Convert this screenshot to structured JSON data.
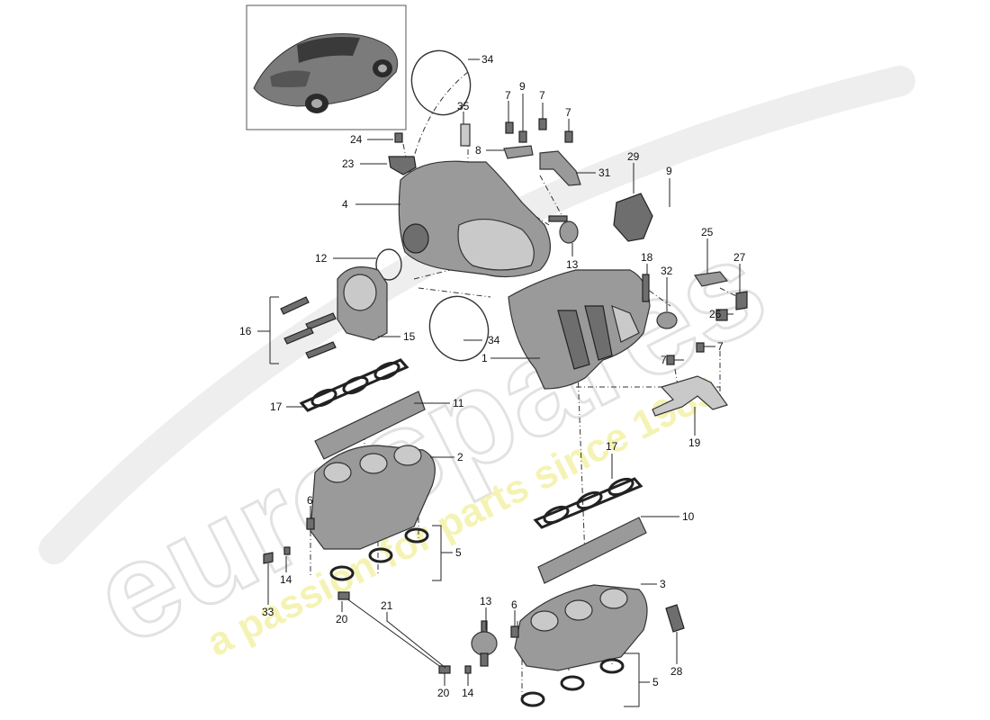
{
  "watermark": {
    "brand": "eurospares",
    "tagline": "a passion for parts since 1985"
  },
  "callouts": [
    "34",
    "35",
    "9",
    "7",
    "7",
    "7",
    "24",
    "8",
    "23",
    "31",
    "29",
    "9",
    "4",
    "12",
    "13",
    "18",
    "25",
    "27",
    "32",
    "16",
    "15",
    "26",
    "34",
    "7",
    "1",
    "7",
    "17",
    "11",
    "19",
    "2",
    "17",
    "6",
    "10",
    "5",
    "14",
    "33",
    "21",
    "13",
    "6",
    "3",
    "20",
    "28",
    "20",
    "14",
    "5"
  ]
}
